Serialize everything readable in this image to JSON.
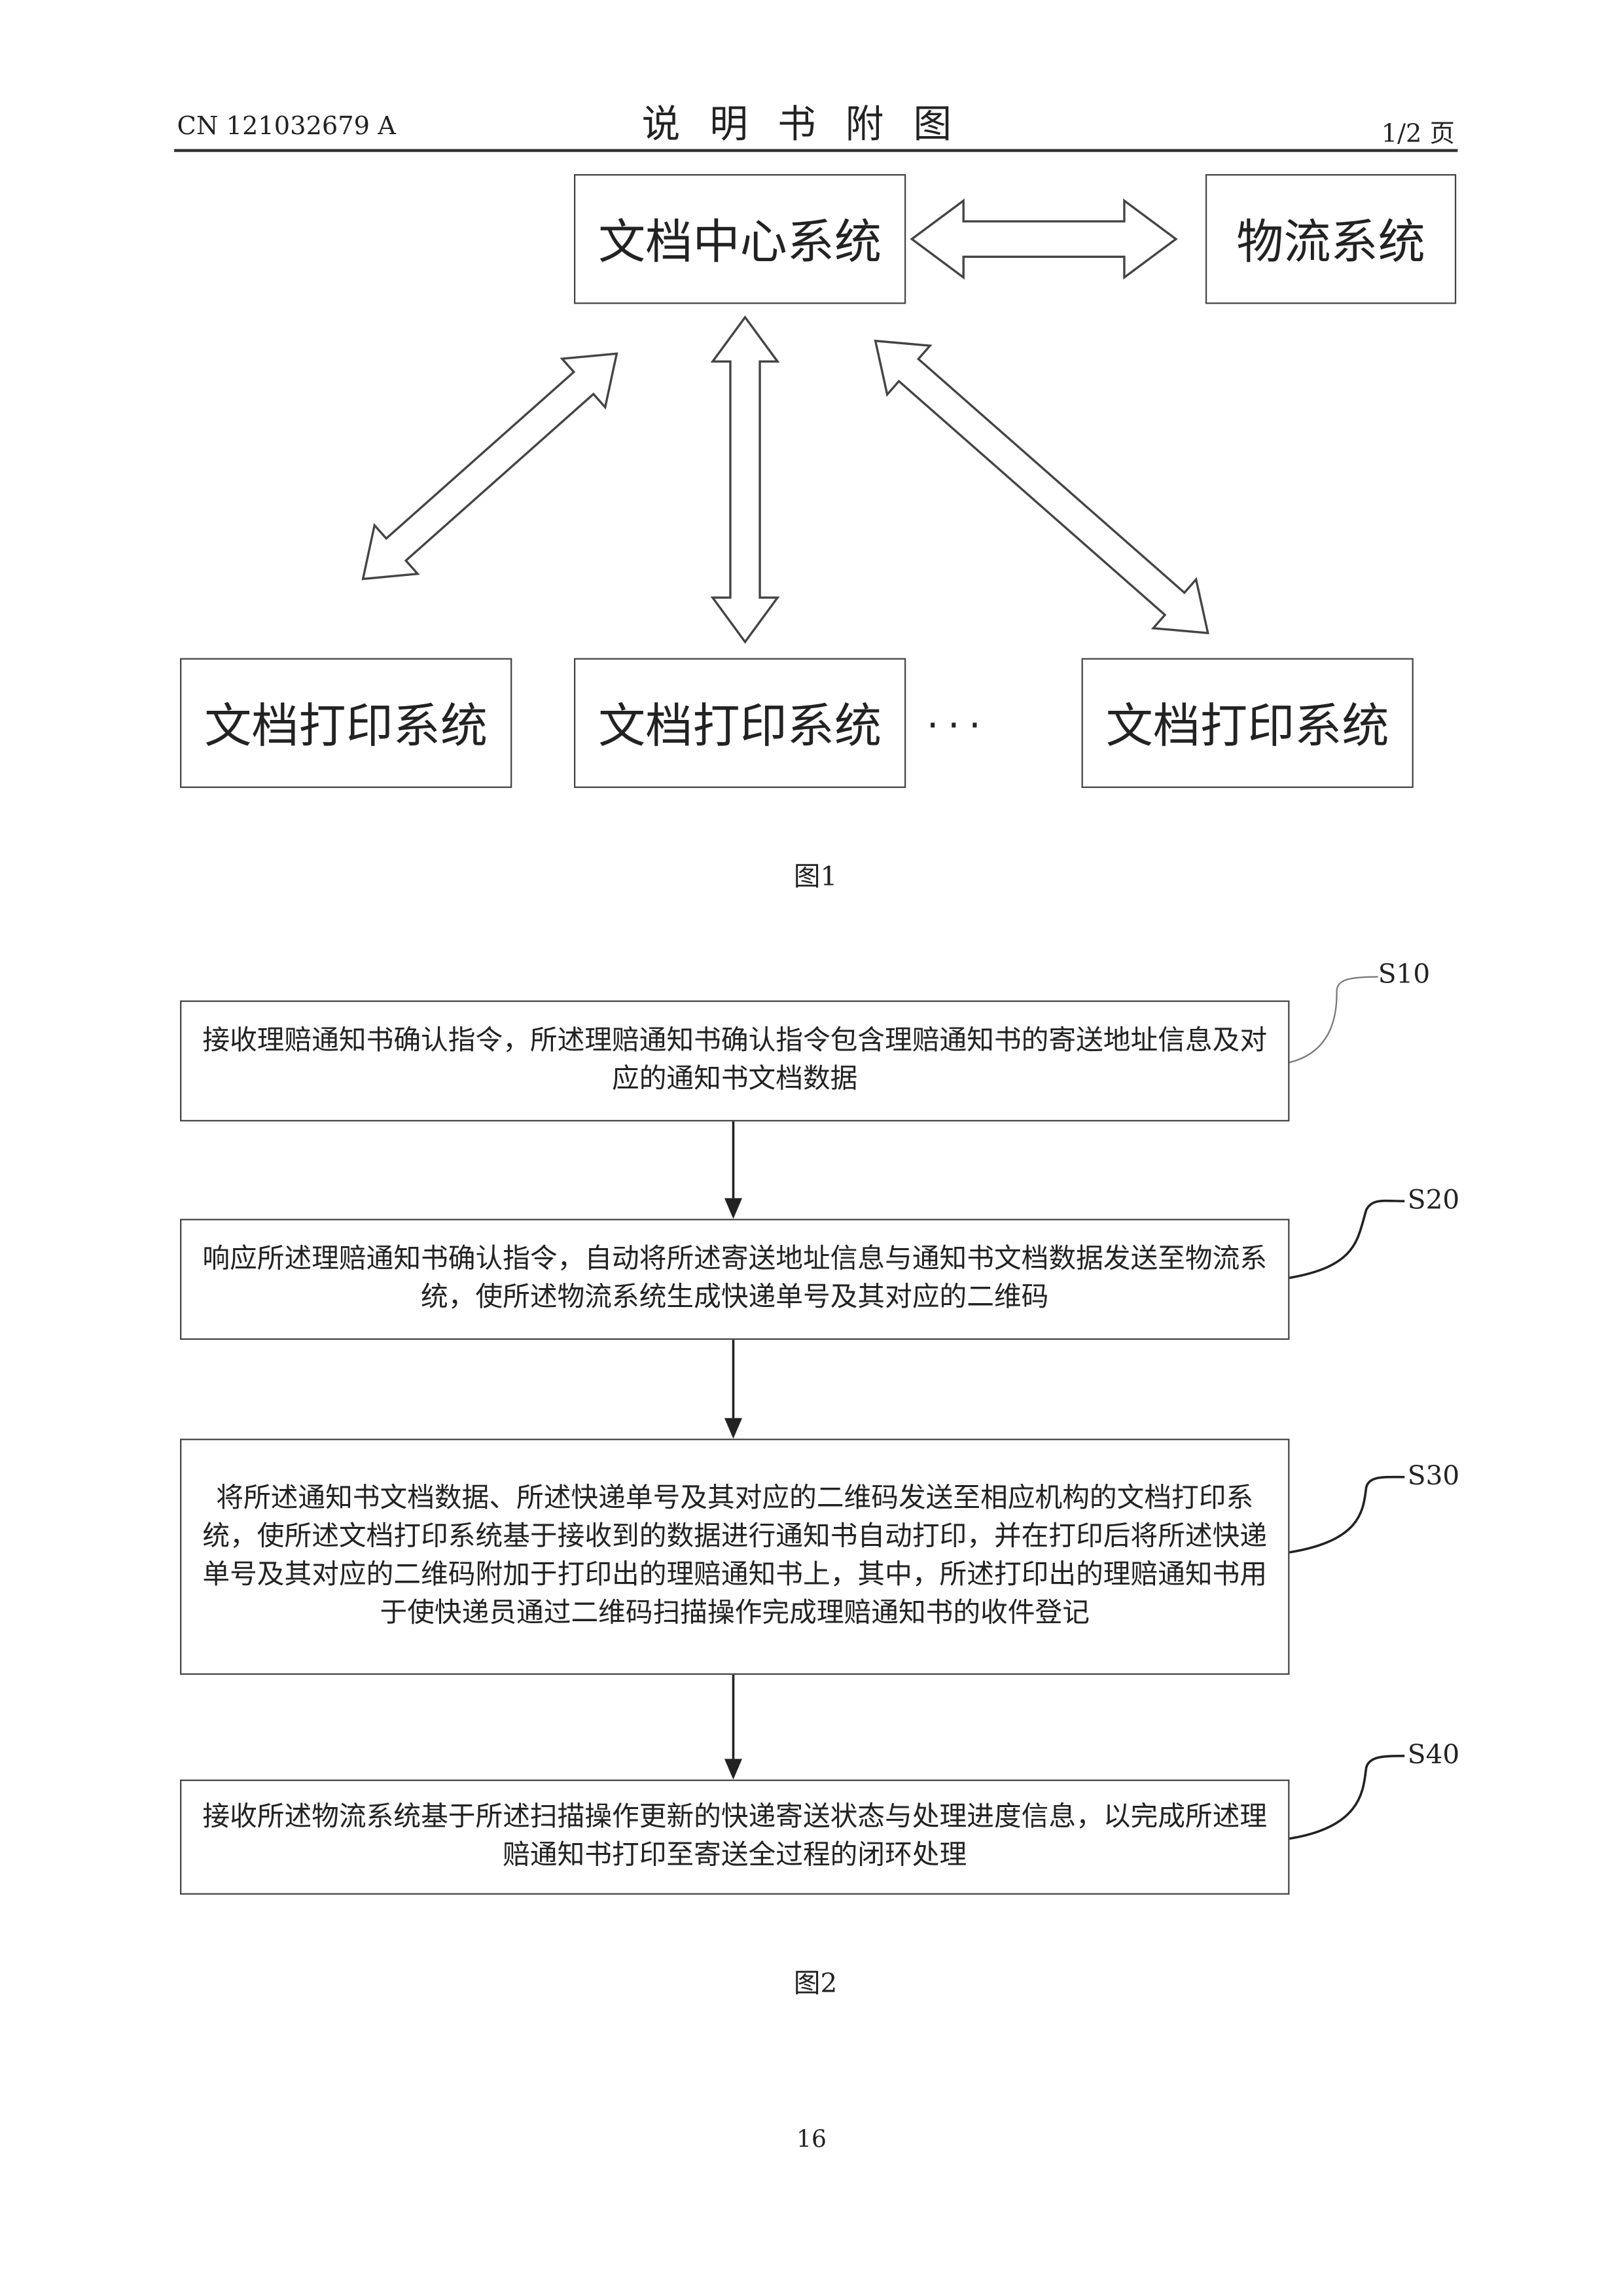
{
  "header": {
    "doc_number": "CN 121032679 A",
    "title": "说明书附图",
    "page_indicator": "1/2 页"
  },
  "figure1": {
    "center_system": "文档中心系统",
    "logistics_system": "物流系统",
    "print_systems": [
      "文档打印系统",
      "文档打印系统",
      "文档打印系统"
    ],
    "ellipsis": "...",
    "caption": "图1"
  },
  "figure2": {
    "steps": [
      {
        "label": "S10",
        "text": "接收理赔通知书确认指令，所述理赔通知书确认指令包含理赔通知书的寄送地址信息及对应的通知书文档数据"
      },
      {
        "label": "S20",
        "text": "响应所述理赔通知书确认指令，自动将所述寄送地址信息与通知书文档数据发送至物流系统，使所述物流系统生成快递单号及其对应的二维码"
      },
      {
        "label": "S30",
        "text": "将所述通知书文档数据、所述快递单号及其对应的二维码发送至相应机构的文档打印系统，使所述文档打印系统基于接收到的数据进行通知书自动打印，并在打印后将所述快递单号及其对应的二维码附加于打印出的理赔通知书上，其中，所述打印出的理赔通知书用于使快递员通过二维码扫描操作完成理赔通知书的收件登记"
      },
      {
        "label": "S40",
        "text": "接收所述物流系统基于所述扫描操作更新的快递寄送状态与处理进度信息，以完成所述理赔通知书打印至寄送全过程的闭环处理"
      }
    ],
    "caption": "图2"
  },
  "page_number": "16"
}
